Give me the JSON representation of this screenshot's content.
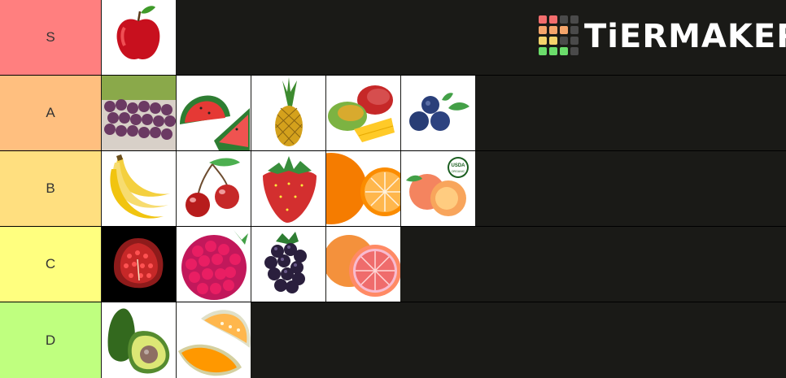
{
  "brand": {
    "name": "TiERMAKER"
  },
  "tiers": [
    {
      "label": "S",
      "color": "#ff7f7f",
      "items": [
        "apple"
      ]
    },
    {
      "label": "A",
      "color": "#ffbf7f",
      "items": [
        "grapes",
        "watermelon",
        "pineapple",
        "mango",
        "blueberries"
      ]
    },
    {
      "label": "B",
      "color": "#ffdf7f",
      "items": [
        "bananas",
        "cherries",
        "strawberry",
        "orange",
        "peach"
      ]
    },
    {
      "label": "C",
      "color": "#ffff7f",
      "items": [
        "pomegranate",
        "raspberry",
        "blackberry",
        "grapefruit"
      ]
    },
    {
      "label": "D",
      "color": "#bfff7f",
      "items": [
        "avocado",
        "cantaloupe"
      ]
    }
  ],
  "peach_badge": {
    "line1": "USDA",
    "line2": "ORGANIC"
  },
  "logo_colors": [
    "#f26d6d",
    "#f5a56b",
    "#f5d36b",
    "#6bdc6b",
    "#4a4a4a"
  ]
}
